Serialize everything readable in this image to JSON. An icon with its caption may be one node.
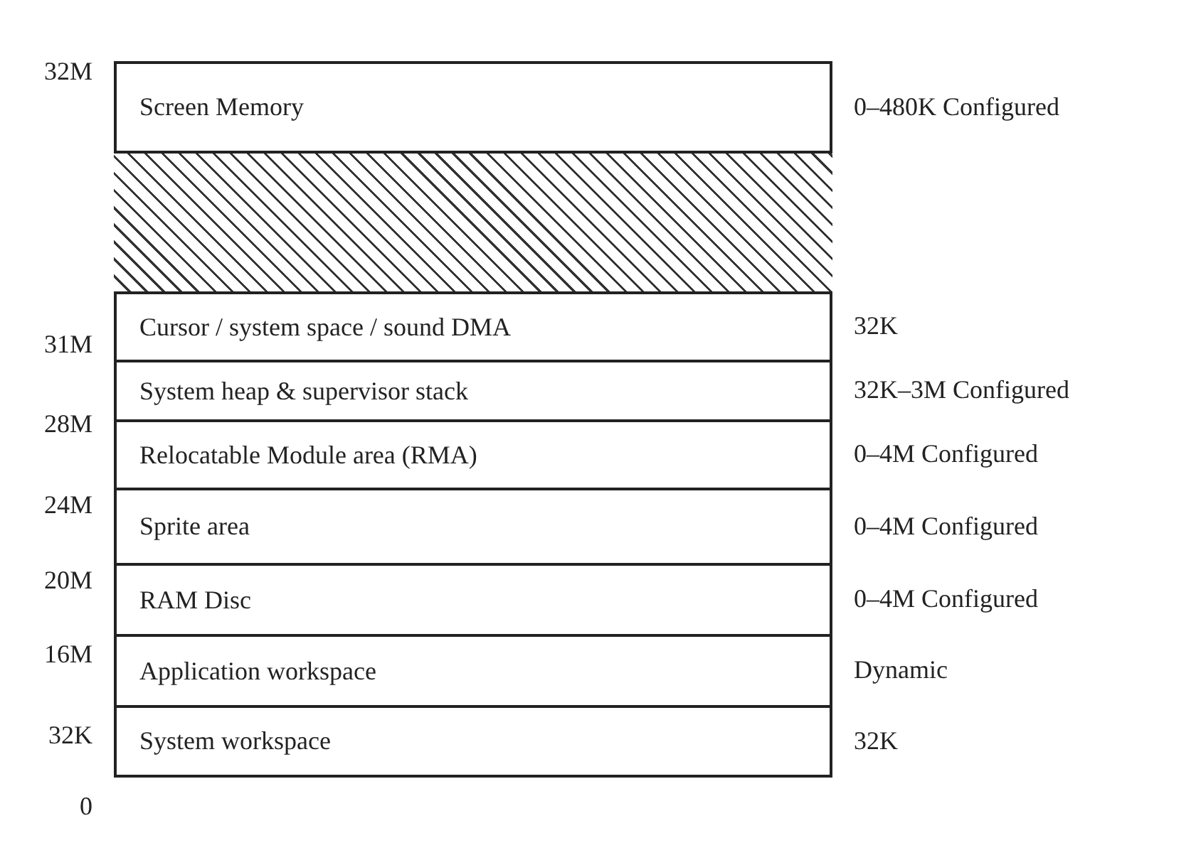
{
  "diagram": {
    "nodes": [
      {
        "text": [
          "Screen Memory"
        ],
        "beside": [
          "0–480K Configured"
        ]
      },
      {
        "text": [],
        "shape": "box"
      },
      {
        "text": [
          "Cursor / system space / sound DMA"
        ],
        "beside": [
          "32K"
        ]
      },
      {
        "text": [
          "System heap & supervisor stack"
        ],
        "beside": [
          "32K–3M Configured"
        ]
      },
      {
        "text": [
          "Relocatable Module area (RMA)"
        ],
        "beside": [
          "0–4M Configured"
        ]
      },
      {
        "text": [
          "Sprite area"
        ],
        "beside": [
          "0–4M Configured"
        ]
      },
      {
        "text": [
          "RAM Disc"
        ],
        "beside": [
          "0–4M Configured"
        ]
      },
      {
        "text": [
          "Application workspace"
        ],
        "beside": [
          "Dynamic"
        ]
      },
      {
        "text": [
          "System workspace"
        ],
        "beside": [
          "32K"
        ]
      }
    ],
    "labels": [
      "32M",
      "31M",
      "28M",
      "24M",
      "20M",
      "16M",
      "32K",
      "0"
    ]
  }
}
